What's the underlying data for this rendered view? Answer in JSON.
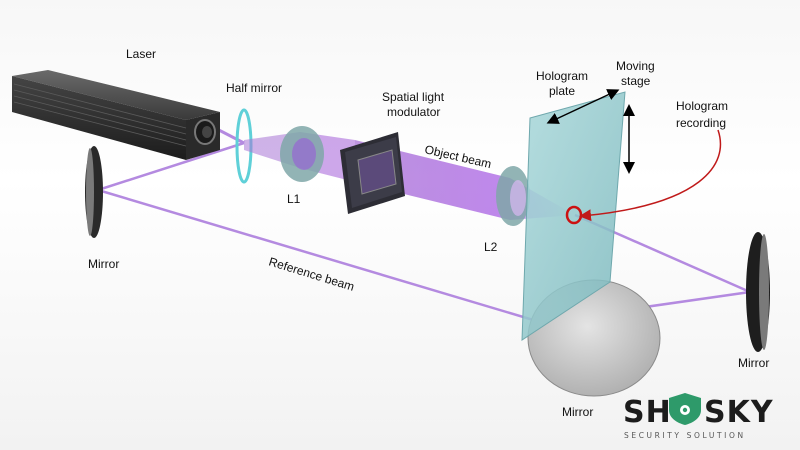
{
  "labels": {
    "laser": "Laser",
    "half_mirror": "Half mirror",
    "slm_line1": "Spatial light",
    "slm_line2": "modulator",
    "hologram_plate_line1": "Hologram",
    "hologram_plate_line2": "plate",
    "moving_stage_line1": "Moving",
    "moving_stage_line2": "stage",
    "hologram_recording_line1": "Hologram",
    "hologram_recording_line2": "recording",
    "object_beam": "Object beam",
    "reference_beam": "Reference beam",
    "l1": "L1",
    "l2": "L2",
    "mirror_left": "Mirror",
    "mirror_right": "Mirror",
    "mirror_bottom": "Mirror"
  },
  "logo": {
    "main_left": "SH",
    "main_right": "SKY",
    "subtitle": "SECURITY SOLUTION",
    "accent_color": "#2e9a6a"
  },
  "colors": {
    "beam": "#a874d6",
    "object_beam": "#9b4fd6",
    "lens": "#7fa7a8",
    "plate": "#8fc8cc",
    "recording_marker": "#cc1111",
    "arrow_red": "#c01a1a"
  },
  "icons": [
    "laser-icon",
    "half-mirror-icon",
    "mirror-icon",
    "lens-icon",
    "modulator-icon",
    "hologram-plate-icon",
    "shield-logo-icon"
  ]
}
